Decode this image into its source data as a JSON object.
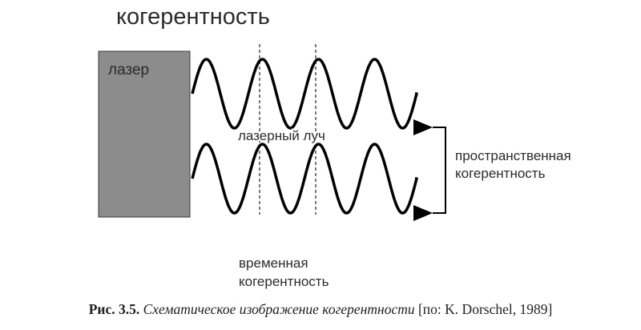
{
  "diagram": {
    "title": "когерентность",
    "laser_label": "лазер",
    "beam_label": "лазерный луч",
    "spatial_label_line1": "пространственная",
    "spatial_label_line2": "когерентность",
    "temporal_label_line1": "временная",
    "temporal_label_line2": "когерентность"
  },
  "caption": {
    "number": "Рис. 3.5.",
    "text": "Схематическое изображение когерентности",
    "source": "[по: K. Dorschel, 1989]"
  },
  "colors": {
    "laser_fill": "#8c8c8c",
    "wave_stroke": "#000000",
    "text": "#2b2b2b"
  }
}
